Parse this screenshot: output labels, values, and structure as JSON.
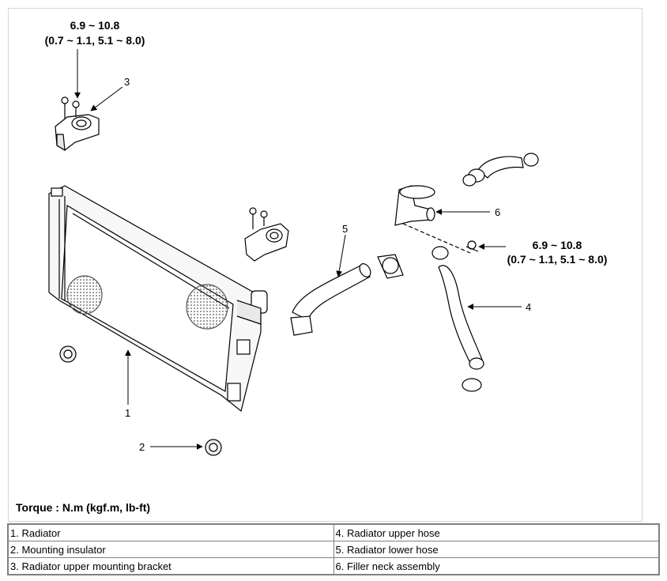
{
  "torque_top": {
    "line1": "6.9 ~ 10.8",
    "line2": "(0.7 ~ 1.1, 5.1 ~ 8.0)"
  },
  "torque_right": {
    "line1": "6.9 ~ 10.8",
    "line2": "(0.7 ~ 1.1, 5.1 ~ 8.0)"
  },
  "callouts": {
    "c1": "1",
    "c2": "2",
    "c3": "3",
    "c4": "4",
    "c5": "5",
    "c6": "6"
  },
  "torque_label": "Torque : N.m (kgf.m, lb-ft)",
  "legend": {
    "r1c1": "1. Radiator",
    "r1c2": "4. Radiator upper hose",
    "r2c1": "2. Mounting insulator",
    "r2c2": "5. Radiator lower hose",
    "r3c1": "3. Radiator upper mounting bracket",
    "r3c2": "6. Filler neck assembly"
  }
}
